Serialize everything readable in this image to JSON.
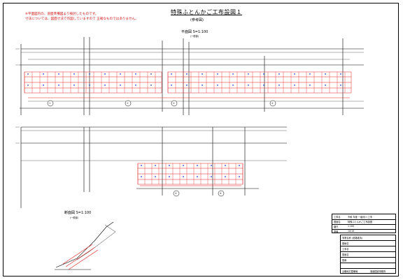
{
  "drawing": {
    "title": "特殊ふとんかご工布設図１",
    "subtitle": "(参考図)",
    "notes": [
      "※平面図内の、道面準備図より検討したものです。",
      "寸法については、図面寸法で作図していますので 正確なものではありません。"
    ],
    "plan_label": "平面図 S=1:100",
    "plan_label_upper_sub": "(一般部)",
    "section_label": "断面図 S=1:100",
    "section_sub": "(一般部)"
  },
  "plan_upper": {
    "sections": [
      "①",
      "②",
      "③",
      "④"
    ]
  },
  "plan_lower": {
    "sections": [
      "⑤",
      "⑥"
    ]
  },
  "title_block": {
    "rows": [
      {
        "k": "工事名",
        "v": "令和 年度 一級河川 工事"
      },
      {
        "k": "図面名",
        "v": "特殊ふとんかご工布設図"
      },
      {
        "k": "縮尺",
        "v": "1:100"
      },
      {
        "k": "図番",
        "v": "10/10"
      }
    ],
    "lower": {
      "header": "事業名称 (道路維持)",
      "rows": [
        "路線名",
        "工事名",
        "図面名",
        "図番"
      ],
      "org_left": "近畿地方整備局",
      "org_right": "浪速国道事務所"
    }
  }
}
